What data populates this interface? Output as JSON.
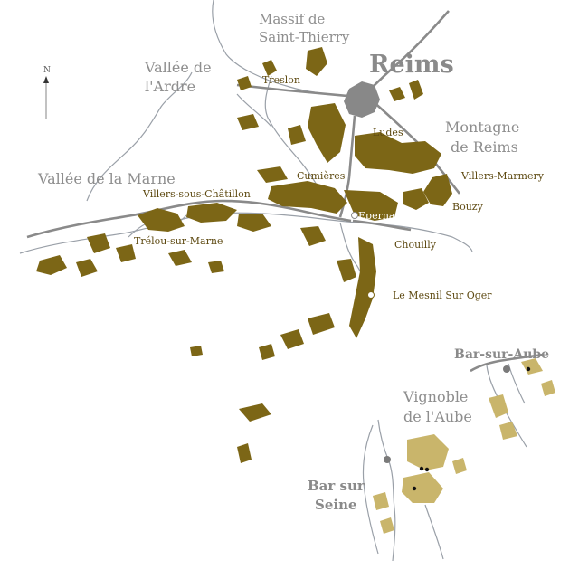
{
  "colors": {
    "vineyard": "#7c6616",
    "vineyard_aube": "#c9b56b",
    "region_text": "#8e8e8e",
    "village_text": "#5e4a12",
    "river": "#9aa0a8",
    "road": "#8a8a8a",
    "city": "#888888"
  },
  "compass": {
    "label": "N",
    "icon": "north-arrow-icon"
  },
  "regions": {
    "massif": [
      "Massif de",
      "Saint-Thierry"
    ],
    "ardre": [
      "Vallée de",
      "l'Ardre"
    ],
    "marne": [
      "Vallée de la Marne"
    ],
    "montagne": [
      "Montagne",
      "de Reims"
    ],
    "aube": [
      "Vignoble",
      "de l'Aube"
    ]
  },
  "cities": {
    "reims": "Reims",
    "epernay": "Epernay",
    "bar_sur_aube": "Bar-sur-Aube",
    "bar_sur_seine": [
      "Bar sur",
      "Seine"
    ]
  },
  "villages": {
    "treslon": "Treslon",
    "ludes": "Ludes",
    "villers_marmery": "Villers-Marmery",
    "cumieres": "Cumières",
    "villers_sous_chatillon": "Villers-sous-Châtillon",
    "bouzy": "Bouzy",
    "trelou": "Trélou-sur-Marne",
    "chouilly": "Chouilly",
    "mesnil": "Le Mesnil Sur Oger"
  }
}
